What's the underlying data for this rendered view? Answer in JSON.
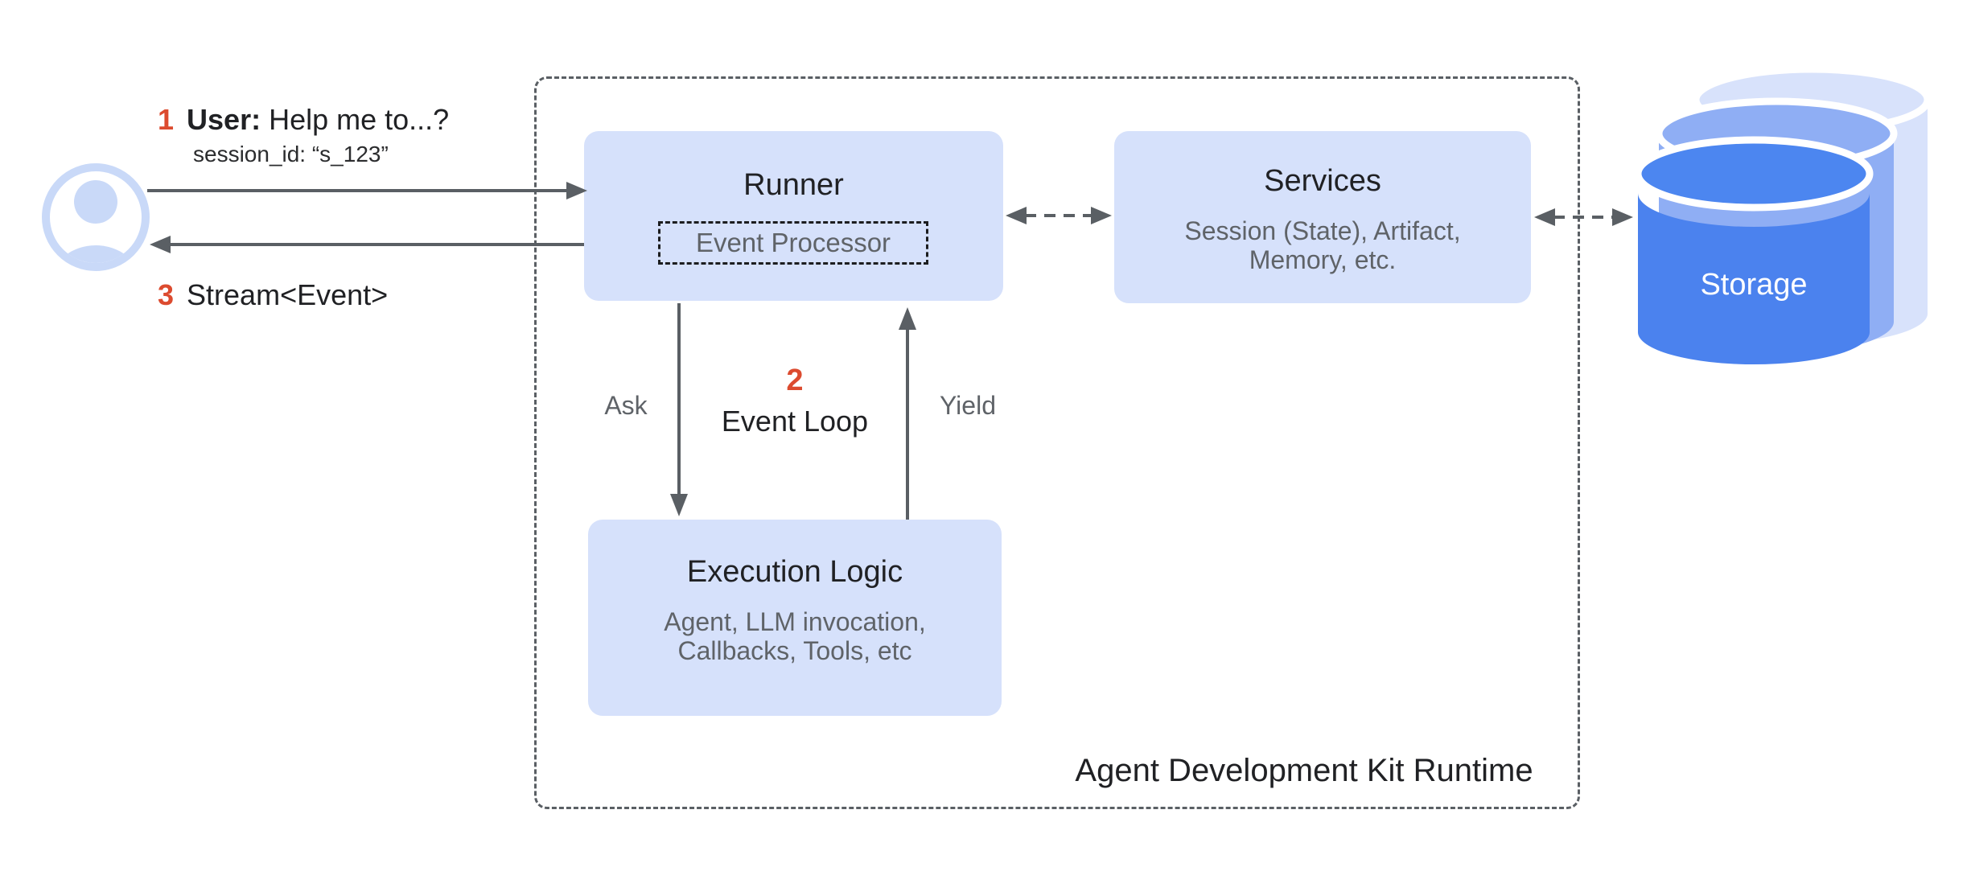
{
  "container": {
    "label": "Agent Development Kit Runtime"
  },
  "annotations": {
    "step1": {
      "number": "1",
      "label_bold": "User:",
      "label": "Help me to...?",
      "session": "session_id: “s_123”"
    },
    "step2": {
      "number": "2",
      "label": "Event Loop"
    },
    "step3": {
      "number": "3",
      "label": "Stream<Event>"
    },
    "ask": "Ask",
    "yield": "Yield"
  },
  "boxes": {
    "runner": {
      "title": "Runner",
      "processor": "Event Processor"
    },
    "services": {
      "title": "Services",
      "subtitle_line1": "Session (State), Artifact,",
      "subtitle_line2": "Memory, etc."
    },
    "execution": {
      "title": "Execution Logic",
      "subtitle_line1": "Agent, LLM invocation,",
      "subtitle_line2": "Callbacks, Tools, etc"
    }
  },
  "storage": {
    "label": "Storage"
  },
  "colors": {
    "accent_red": "#DC4B2F",
    "box_fill": "#D6E1FB",
    "title_text": "#202124",
    "muted_text": "#5F6368",
    "arrow": "#5A5F64",
    "storage_front": "#4B82EE",
    "storage_front_top": "#4C86F0",
    "storage_middle": "#8FAEF4",
    "storage_back": "#D8E2FB",
    "user_icon": "#C9D9F8"
  }
}
